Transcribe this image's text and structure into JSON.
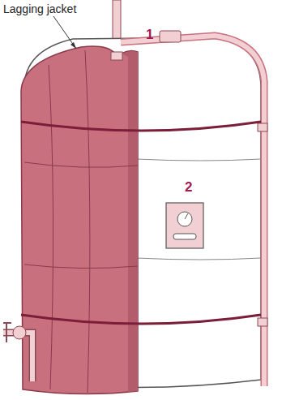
{
  "diagram": {
    "labels": [
      "Lagging jacket",
      "1",
      "2"
    ]
  }
}
